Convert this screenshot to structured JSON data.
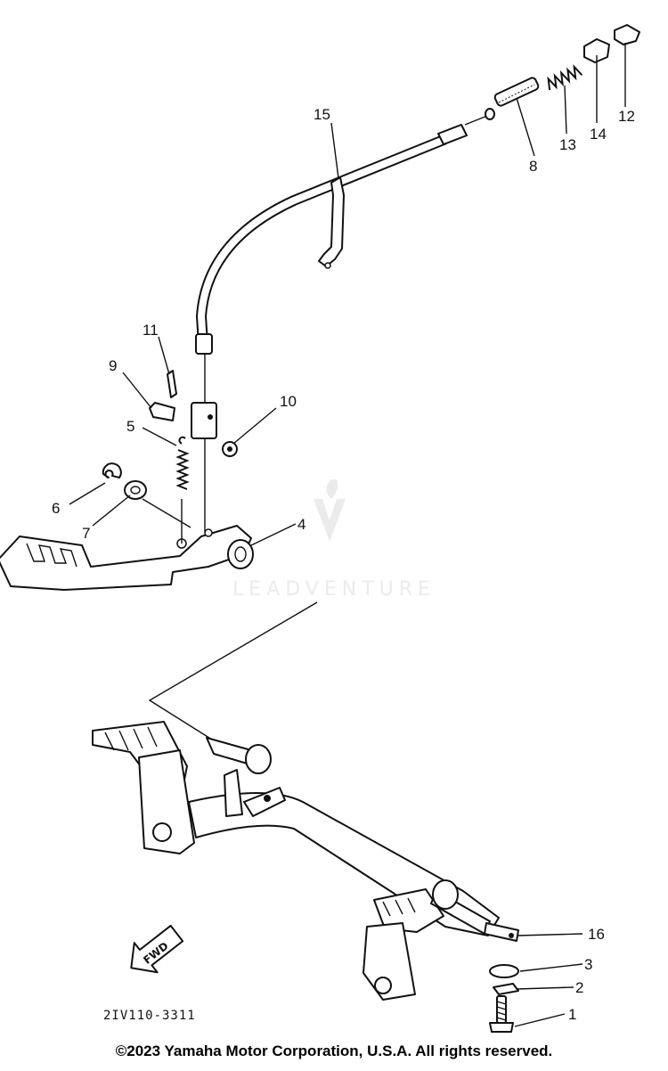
{
  "callouts": [
    {
      "id": "1",
      "label": "1"
    },
    {
      "id": "2",
      "label": "2"
    },
    {
      "id": "3",
      "label": "3"
    },
    {
      "id": "4",
      "label": "4"
    },
    {
      "id": "5",
      "label": "5"
    },
    {
      "id": "6",
      "label": "6"
    },
    {
      "id": "7",
      "label": "7"
    },
    {
      "id": "8",
      "label": "8"
    },
    {
      "id": "9",
      "label": "9"
    },
    {
      "id": "10",
      "label": "10"
    },
    {
      "id": "11",
      "label": "11"
    },
    {
      "id": "12",
      "label": "12"
    },
    {
      "id": "13",
      "label": "13"
    },
    {
      "id": "14",
      "label": "14"
    },
    {
      "id": "15",
      "label": "15"
    },
    {
      "id": "16",
      "label": "16"
    }
  ],
  "fwd_label": "FWD",
  "diagram_ref": "2IV110-3311",
  "watermark": "LEADVENTURE",
  "copyright": "©2023 Yamaha Motor Corporation, U.S.A. All rights reserved."
}
